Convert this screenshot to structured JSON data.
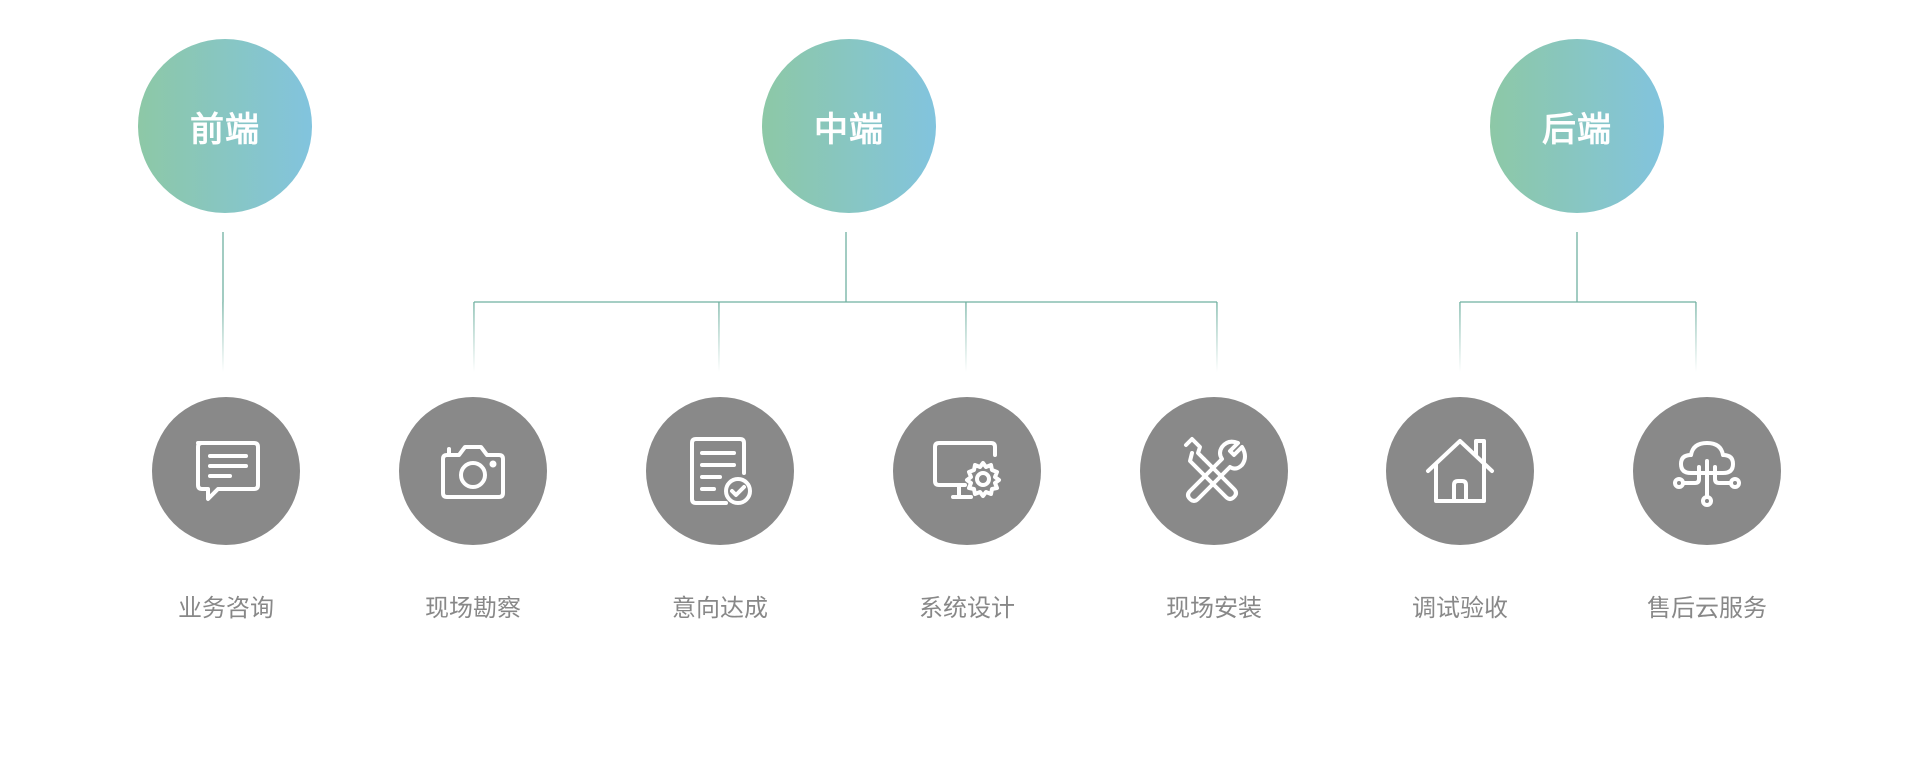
{
  "colors": {
    "gradient_start": "#8dc8a6",
    "gradient_end": "#82c4de",
    "step_circle": "#898989",
    "step_label": "#888888",
    "connector": "#6fb0a0",
    "icon_stroke": "#ffffff"
  },
  "phases": [
    {
      "id": "front",
      "label": "前端"
    },
    {
      "id": "middle",
      "label": "中端"
    },
    {
      "id": "back",
      "label": "后端"
    }
  ],
  "steps": [
    {
      "id": "consult",
      "label": "业务咨询",
      "icon": "chat-icon",
      "phase": "front"
    },
    {
      "id": "survey",
      "label": "现场勘察",
      "icon": "camera-icon",
      "phase": "middle"
    },
    {
      "id": "agreement",
      "label": "意向达成",
      "icon": "document-check-icon",
      "phase": "middle"
    },
    {
      "id": "design",
      "label": "系统设计",
      "icon": "monitor-gear-icon",
      "phase": "middle"
    },
    {
      "id": "install",
      "label": "现场安装",
      "icon": "tools-icon",
      "phase": "middle"
    },
    {
      "id": "acceptance",
      "label": "调试验收",
      "icon": "home-icon",
      "phase": "back"
    },
    {
      "id": "cloud",
      "label": "售后云服务",
      "icon": "cloud-network-icon",
      "phase": "back"
    }
  ]
}
